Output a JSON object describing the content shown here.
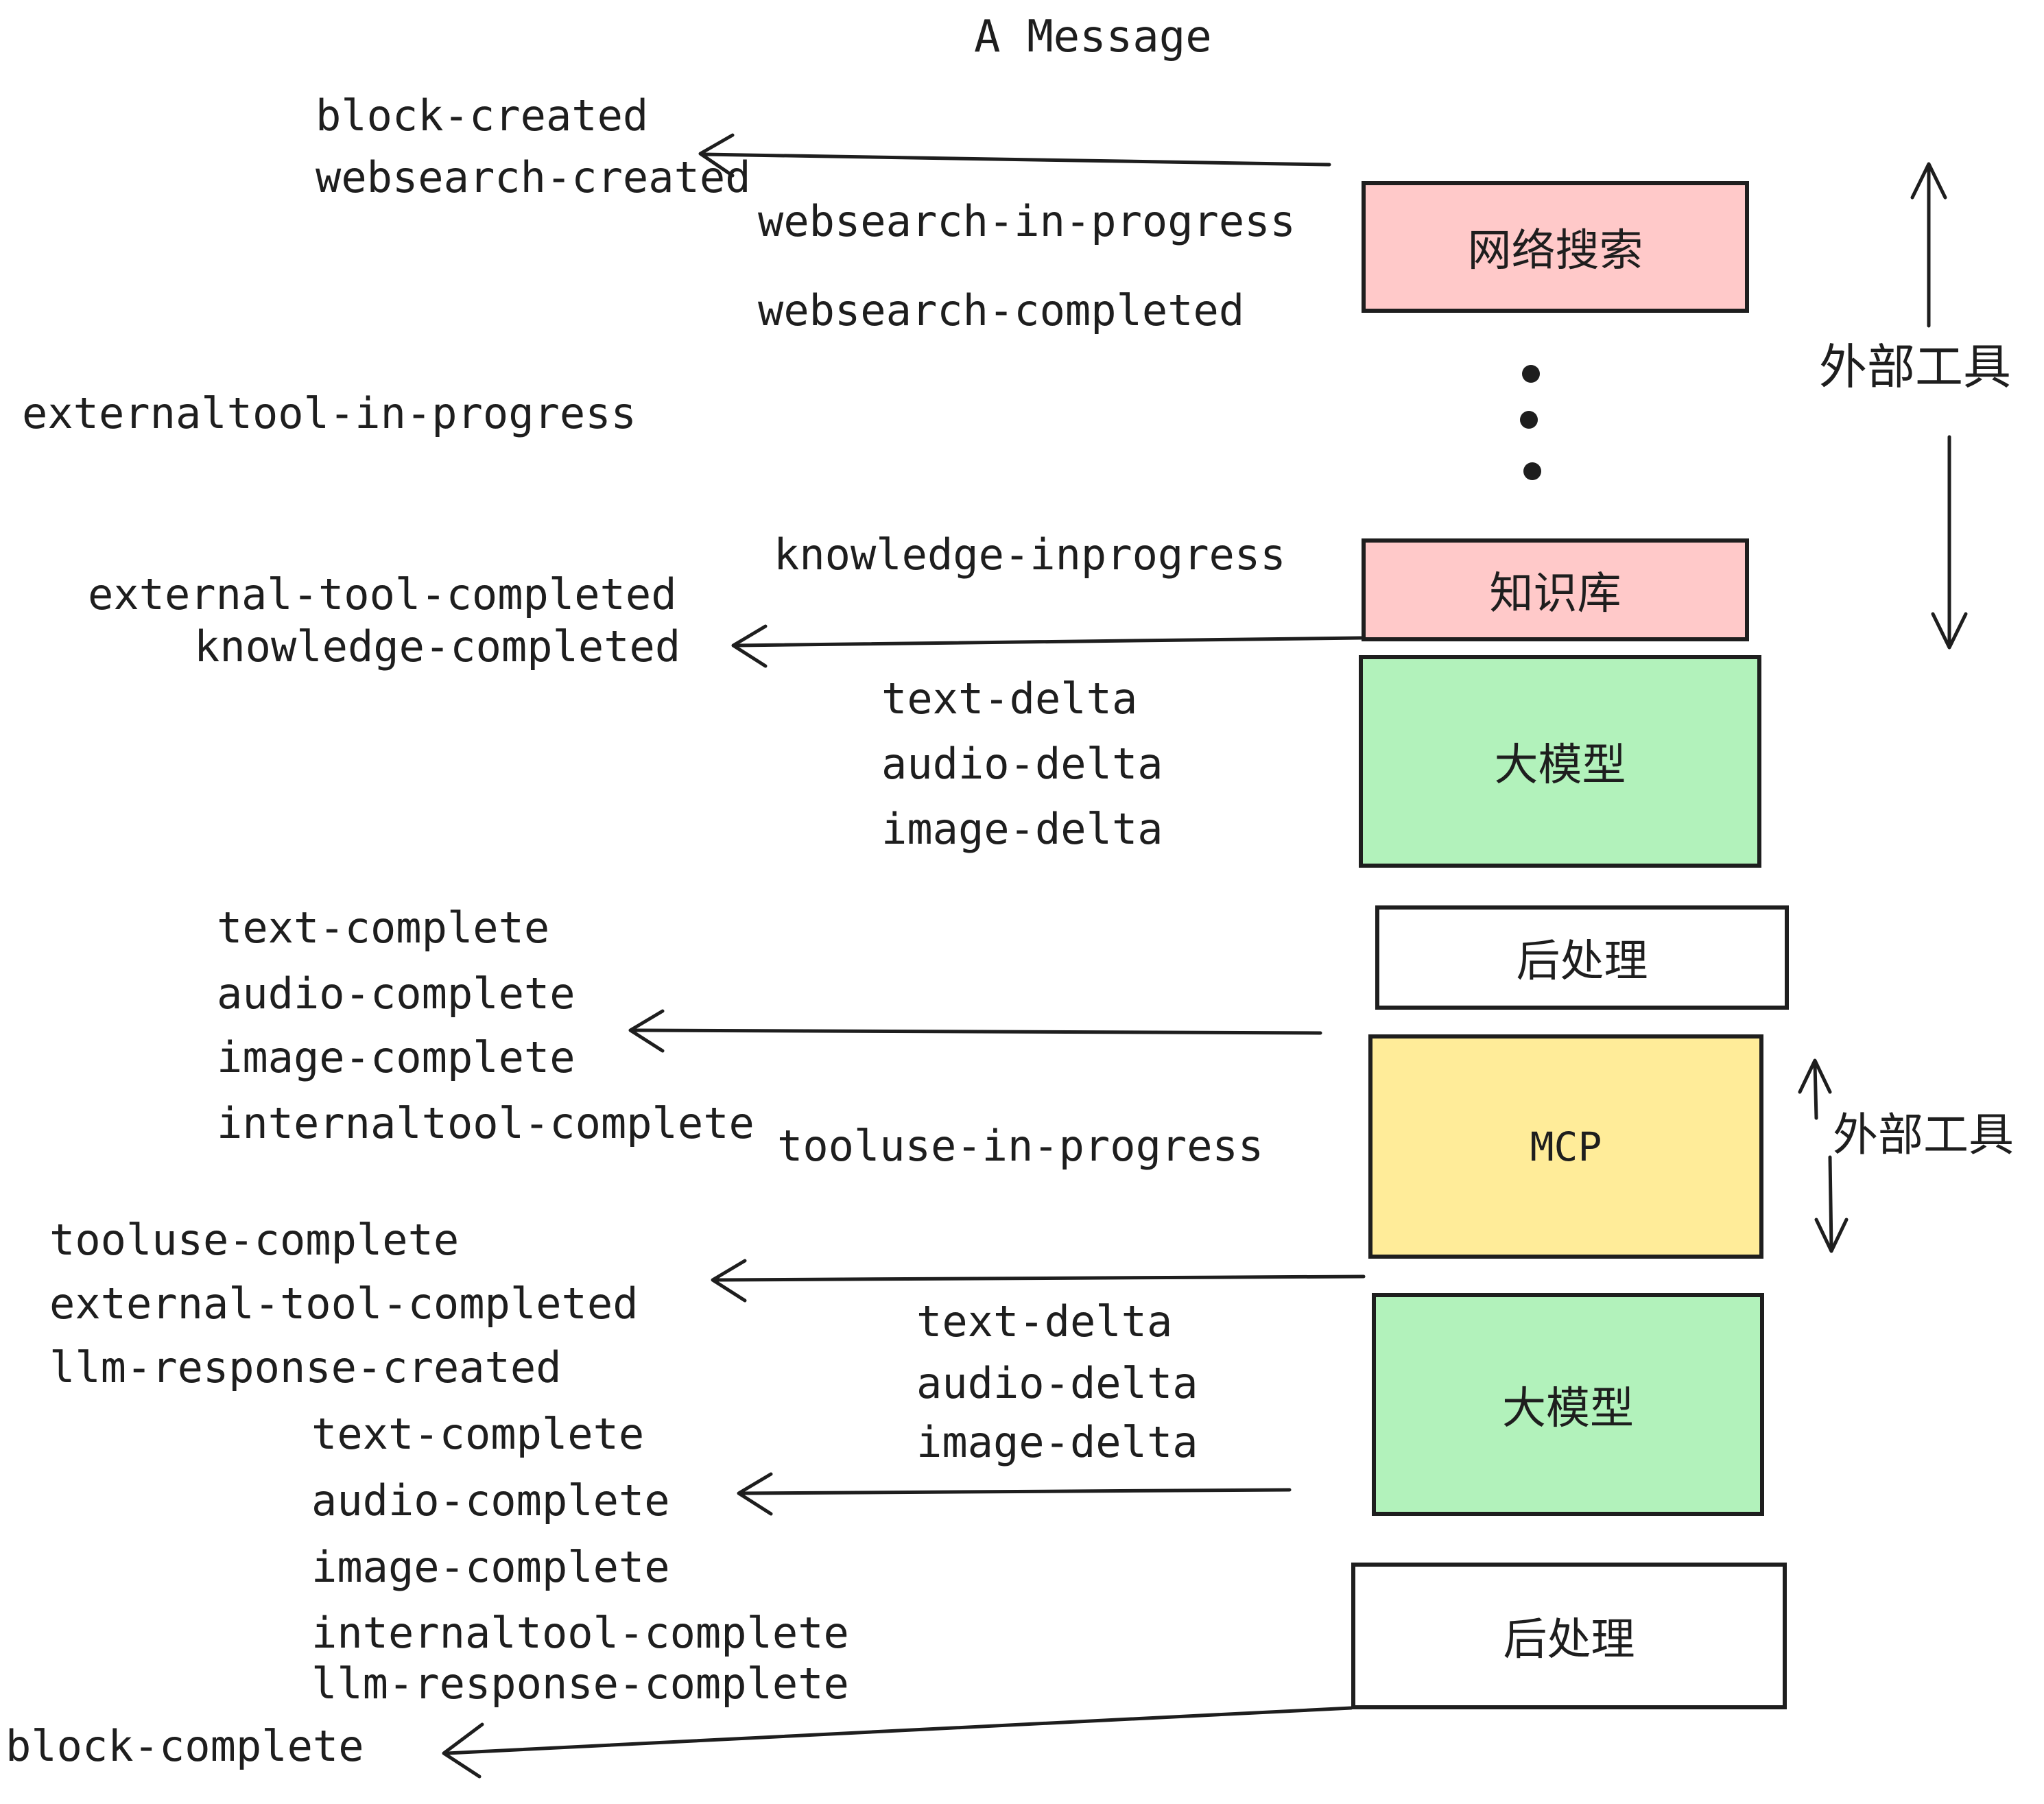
{
  "title": "A Message",
  "boxes": {
    "websearch": {
      "label": "网络搜索",
      "fill": "#ffc9c9"
    },
    "knowledge": {
      "label": "知识库",
      "fill": "#ffc9c9"
    },
    "llm_top": {
      "label": "大模型",
      "fill": "#b2f2bb"
    },
    "postprocess_top": {
      "label": "后处理",
      "fill": "#ffffff"
    },
    "mcp": {
      "label": "MCP",
      "fill": "#ffec99"
    },
    "llm_bottom": {
      "label": "大模型",
      "fill": "#b2f2bb"
    },
    "postprocess_bottom": {
      "label": "后处理",
      "fill": "#ffffff"
    }
  },
  "annotations": {
    "external_tools_top": "外部工具",
    "external_tools_bottom": "外部工具"
  },
  "events": {
    "block_created": "block-created",
    "websearch_created": "websearch-created",
    "websearch_in_progress": "websearch-in-progress",
    "websearch_completed": "websearch-completed",
    "externaltool_in_progress": "externaltool-in-progress",
    "knowledge_inprogress": "knowledge-inprogress",
    "external_tool_completed": "external-tool-completed",
    "knowledge_completed": "knowledge-completed",
    "text_delta": "text-delta",
    "audio_delta": "audio-delta",
    "image_delta": "image-delta",
    "text_complete": "text-complete",
    "audio_complete": "audio-complete",
    "image_complete": "image-complete",
    "internaltool_complete": "internaltool-complete",
    "tooluse_in_progress": "tooluse-in-progress",
    "tooluse_complete": "tooluse-complete",
    "llm_response_created": "llm-response-created",
    "llm_response_complete": "llm-response-complete",
    "block_complete": "block-complete"
  },
  "colors": {
    "stroke": "#1e1e1e",
    "pink": "#ffc9c9",
    "green": "#b2f2bb",
    "yellow": "#ffec99",
    "white": "#ffffff"
  }
}
